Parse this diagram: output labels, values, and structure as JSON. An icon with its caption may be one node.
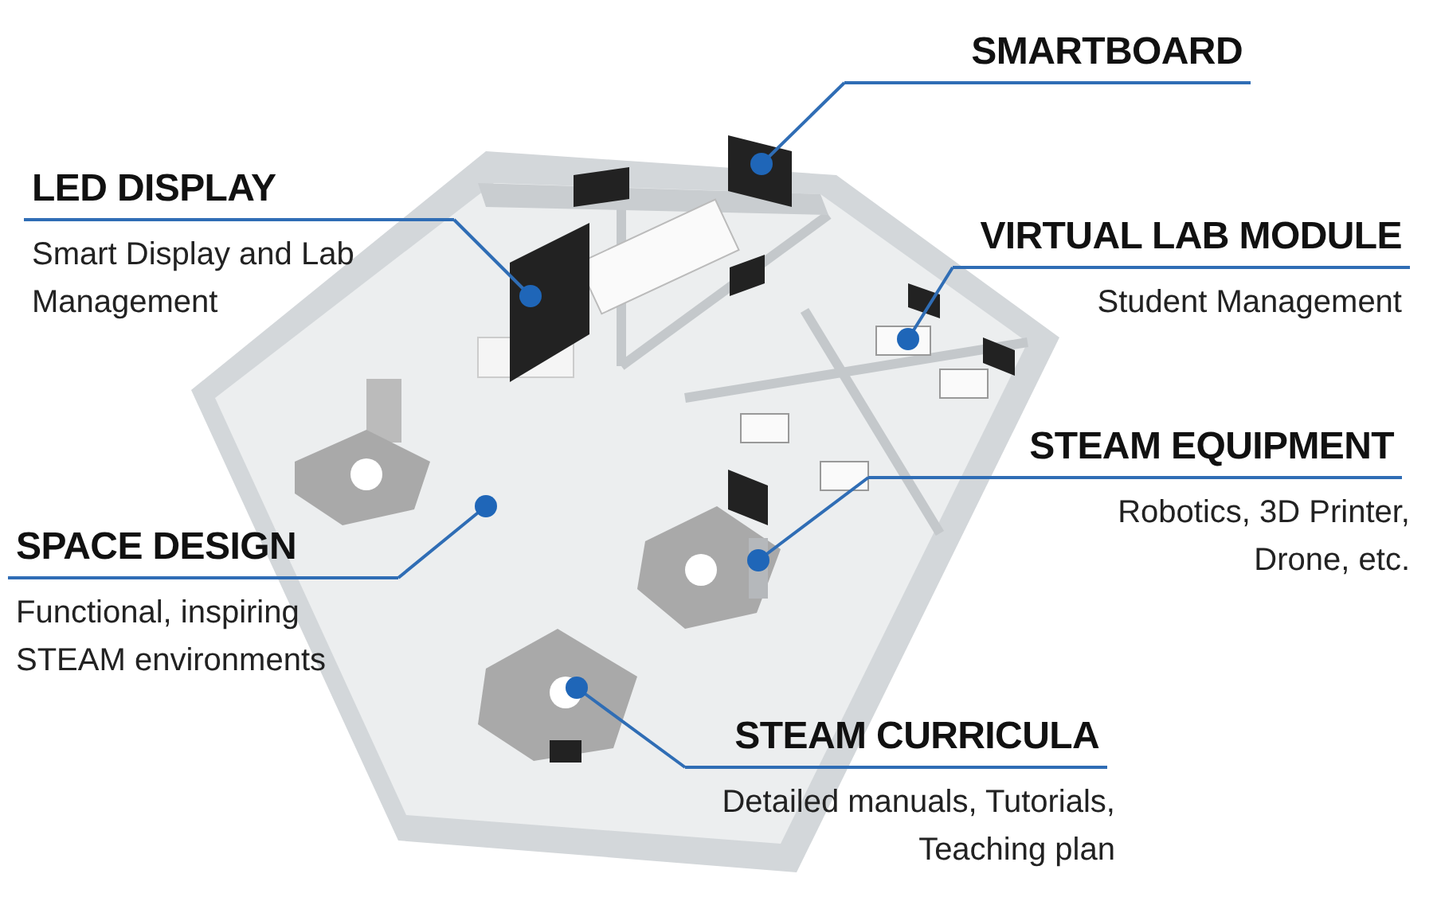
{
  "diagram": {
    "nodes": [
      {
        "text": [
          "SMARTBOARD"
        ]
      },
      {
        "text": [
          "LED DISPLAY",
          "Smart Display and Lab Management"
        ]
      },
      {
        "text": [
          "VIRTUAL LAB MODULE",
          "Student Management"
        ]
      },
      {
        "text": [
          "STEAM EQUIPMENT",
          "Robotics, 3D Printer, Drone, etc."
        ]
      },
      {
        "text": [
          "SPACE DESIGN",
          "Functional, inspiring STEAM environments"
        ]
      },
      {
        "text": [
          "STEAM CURRICULA",
          "Detailed manuals, Tutorials, Teaching plan"
        ]
      },
      {
        "text": [],
        "shape": "picture"
      },
      {
        "text": [],
        "shape": "picture"
      },
      {
        "text": [],
        "shape": "picture"
      },
      {
        "text": [],
        "shape": "picture"
      },
      {
        "text": [],
        "shape": "picture"
      }
    ],
    "edges": [
      {
        "from": 0,
        "to": 6,
        "arrow": "other"
      },
      {
        "from": 1,
        "to": 7,
        "arrow": "other"
      },
      {
        "from": 2,
        "to": 8,
        "arrow": "other"
      },
      {
        "from": 3,
        "to": 9,
        "arrow": "other"
      },
      {
        "from": 4,
        "to": null,
        "arrow": "other"
      },
      {
        "from": 5,
        "to": 10,
        "arrow": "other"
      }
    ]
  }
}
